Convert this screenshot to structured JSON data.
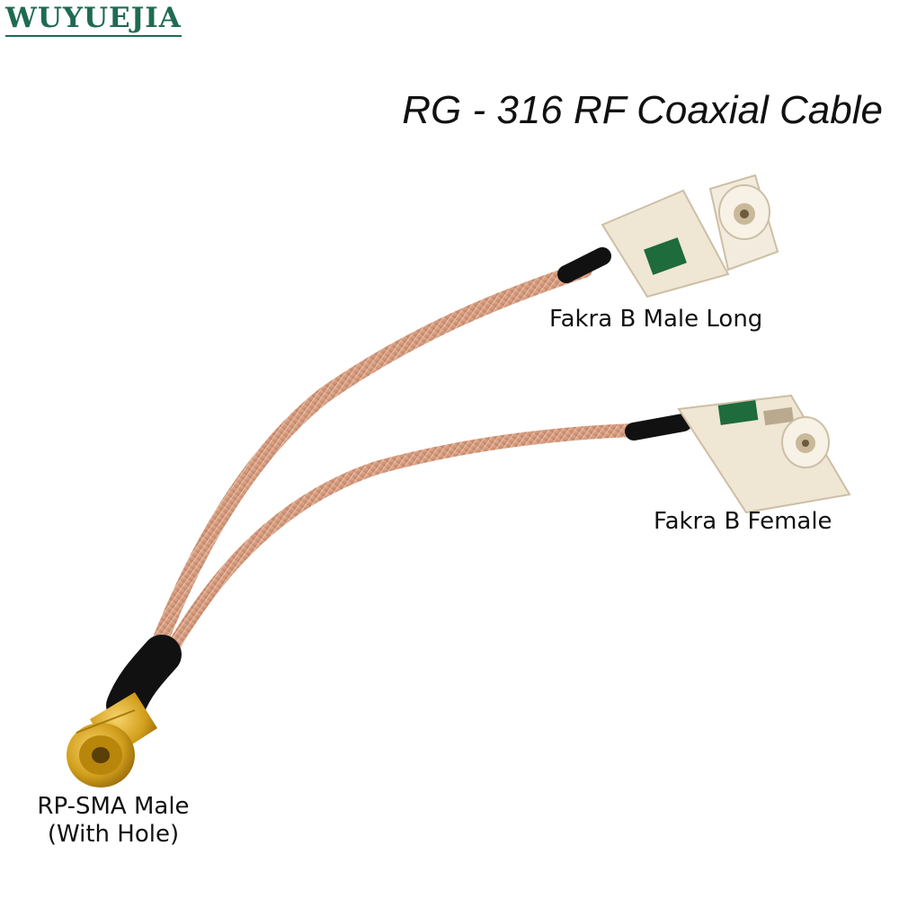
{
  "brand": {
    "text": "WUYUEJIA"
  },
  "title": "RG - 316 RF Coaxial Cable",
  "labels": {
    "male_long": "Fakra B Male Long",
    "female": "Fakra B Female",
    "sma_line1": "RP-SMA Male",
    "sma_line2": "(With Hole)"
  },
  "colors": {
    "brand": "#1f6b52",
    "cable": "#d9a587",
    "connector_body": "#f0e7d7",
    "connector_accent": "#1e6b3c",
    "sma_gold": "#d4a21c",
    "heatshrink": "#111111"
  }
}
